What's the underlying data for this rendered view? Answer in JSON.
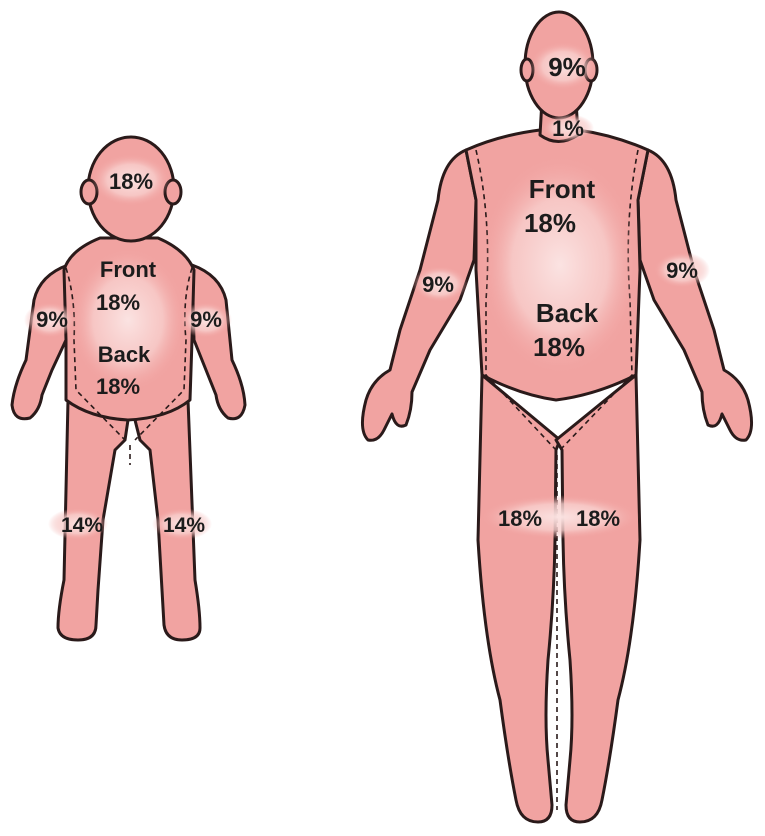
{
  "colors": {
    "skin": "#f1a3a1",
    "highlight": "#fbe3e2",
    "outline": "#2a1a1a",
    "background": "#ffffff",
    "text": "#1c1c1c"
  },
  "child": {
    "head": "18%",
    "front_word": "Front",
    "front_value": "18%",
    "back_word": "Back",
    "back_value": "18%",
    "left_arm": "9%",
    "right_arm": "9%",
    "left_leg": "14%",
    "right_leg": "14%"
  },
  "adult": {
    "head": "9%",
    "neck": "1%",
    "front_word": "Front",
    "front_value": "18%",
    "back_word": "Back",
    "back_value": "18%",
    "left_arm": "9%",
    "right_arm": "9%",
    "left_leg": "18%",
    "right_leg": "18%"
  }
}
